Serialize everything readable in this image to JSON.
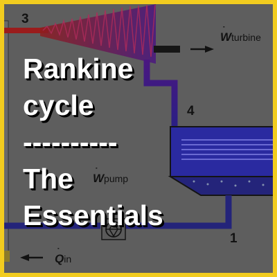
{
  "title": {
    "lines": [
      "Rankine",
      "cycle",
      "----------",
      "The",
      "Essentials"
    ]
  },
  "diagram": {
    "state_labels": {
      "s1": "1",
      "s3": "3",
      "s4": "4"
    },
    "work_turbine": {
      "symbol": "W",
      "subscript": "turbine"
    },
    "work_pump": {
      "symbol": "W",
      "subscript": "pump"
    },
    "heat_in": {
      "symbol": "Q",
      "subscript": "in"
    }
  },
  "colors": {
    "frame_border": "#f2cc1f",
    "background": "#5e5e5e",
    "pipe_hot": "#9a1c1c",
    "pipe_mid": "#4a1780",
    "pipe_cold": "#24247a",
    "title_text": "#ffffff"
  },
  "icons": [
    "arrow-right-icon",
    "arrow-left-icon",
    "pump-icon",
    "turbine-icon",
    "condenser-icon"
  ]
}
